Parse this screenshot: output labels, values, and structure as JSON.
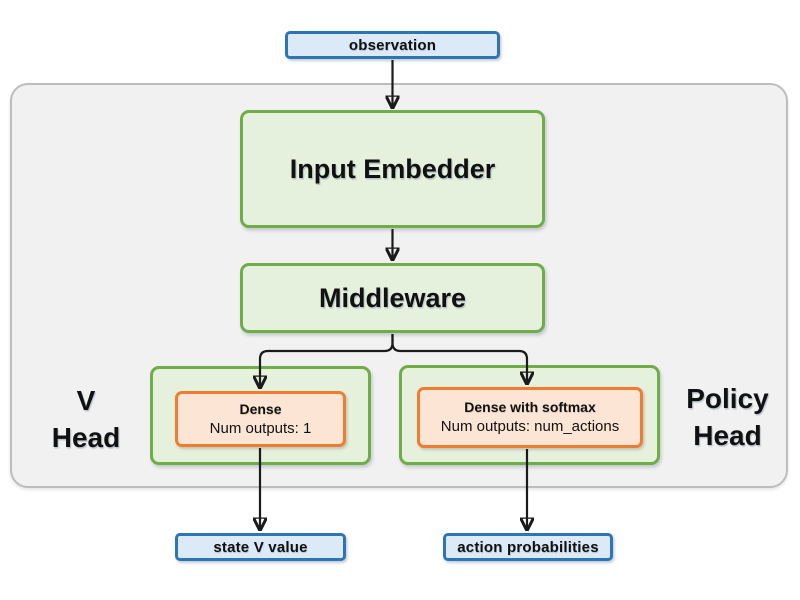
{
  "diagram": {
    "observation_label": "observation",
    "input_embedder_label": "Input Embedder",
    "middleware_label": "Middleware",
    "v_head": {
      "label": "V\nHead",
      "dense_title": "Dense",
      "dense_subtitle": "Num outputs: 1",
      "output_label": "state V value"
    },
    "policy_head": {
      "label": "Policy\nHead",
      "dense_title": "Dense with softmax",
      "dense_subtitle": "Num outputs: num_actions",
      "output_label": "action probabilities"
    },
    "colors": {
      "blue_border": "#2E75B6",
      "blue_fill": "#DCE9F6",
      "green_border": "#6FAD47",
      "green_fill": "#E5F0DD",
      "orange_border": "#ED7D31",
      "orange_fill": "#FCE5D5",
      "container_fill": "#F1F1F1",
      "container_border": "#BDBDBD",
      "arrow": "#1A1A1A",
      "text": "#111111"
    }
  }
}
